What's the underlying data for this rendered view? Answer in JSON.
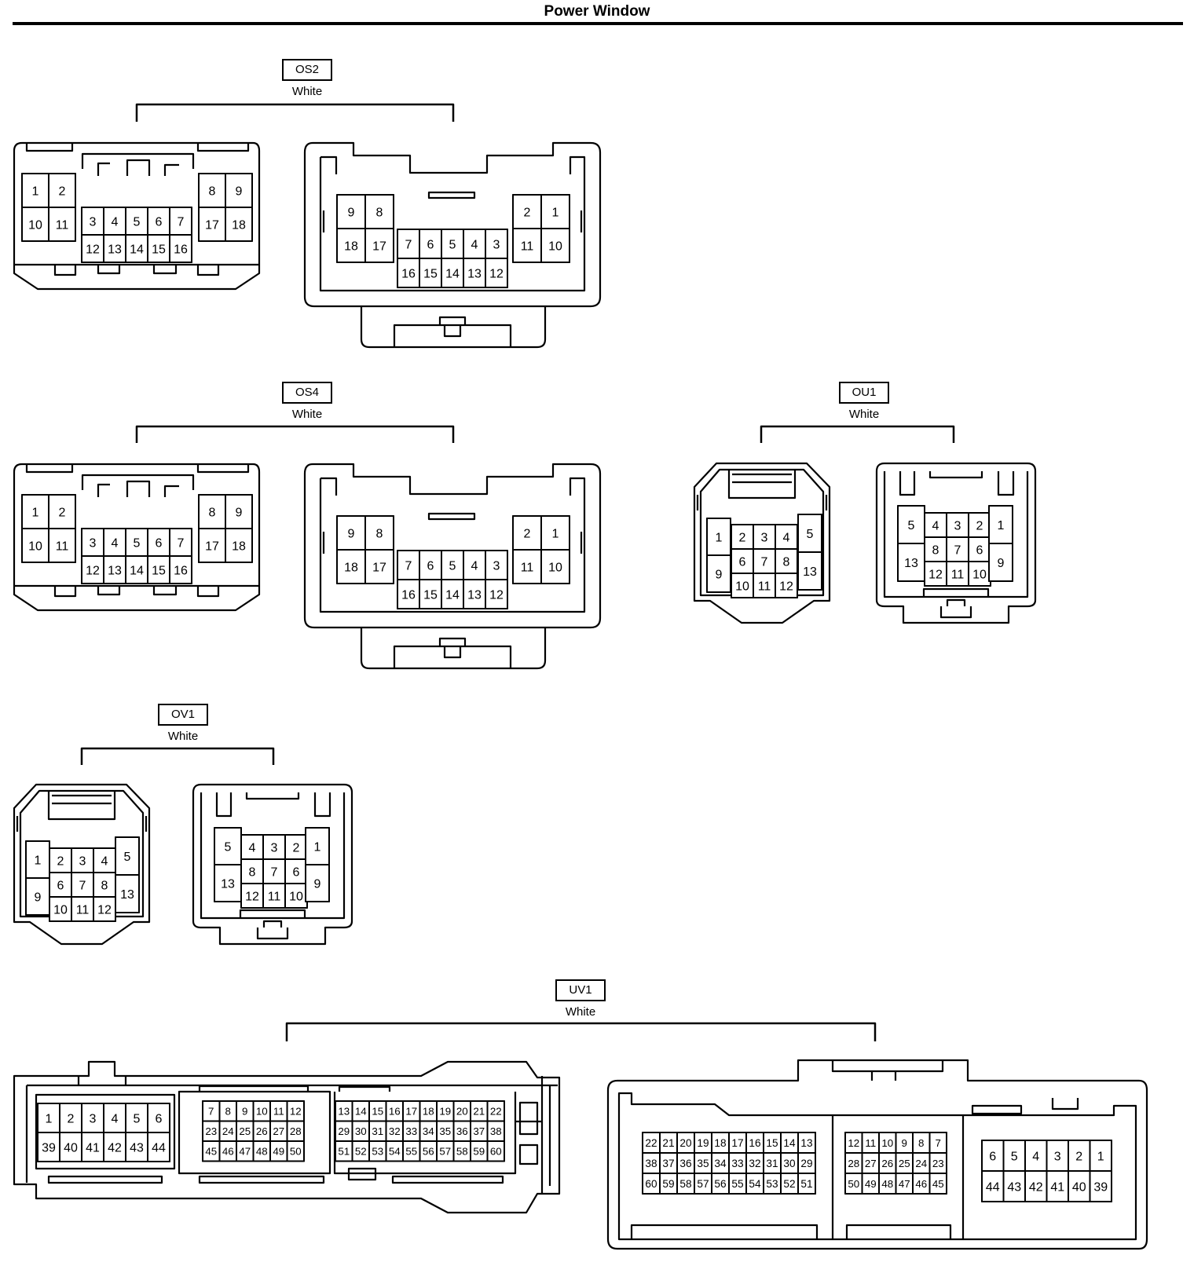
{
  "title": "Power Window",
  "connectors": [
    {
      "id": "os2",
      "code": "OS2",
      "color": "White",
      "views": [
        {
          "type": "tab18-male",
          "blocks": [
            {
              "rows": [
                [
                  "1",
                  "2"
                ],
                [
                  "10",
                  "11"
                ]
              ]
            },
            {
              "rows": [
                [
                  "3",
                  "4",
                  "5",
                  "6",
                  "7"
                ],
                [
                  "12",
                  "13",
                  "14",
                  "15",
                  "16"
                ]
              ]
            },
            {
              "rows": [
                [
                  "8",
                  "9"
                ],
                [
                  "17",
                  "18"
                ]
              ]
            }
          ]
        },
        {
          "type": "tab18-female",
          "blocks": [
            {
              "rows": [
                [
                  "9",
                  "8"
                ],
                [
                  "18",
                  "17"
                ]
              ]
            },
            {
              "rows": [
                [
                  "7",
                  "6",
                  "5",
                  "4",
                  "3"
                ],
                [
                  "16",
                  "15",
                  "14",
                  "13",
                  "12"
                ]
              ]
            },
            {
              "rows": [
                [
                  "2",
                  "1"
                ],
                [
                  "11",
                  "10"
                ]
              ]
            }
          ]
        }
      ]
    },
    {
      "id": "os4",
      "code": "OS4",
      "color": "White",
      "views": [
        {
          "type": "tab18-male",
          "blocks": [
            {
              "rows": [
                [
                  "1",
                  "2"
                ],
                [
                  "10",
                  "11"
                ]
              ]
            },
            {
              "rows": [
                [
                  "3",
                  "4",
                  "5",
                  "6",
                  "7"
                ],
                [
                  "12",
                  "13",
                  "14",
                  "15",
                  "16"
                ]
              ]
            },
            {
              "rows": [
                [
                  "8",
                  "9"
                ],
                [
                  "17",
                  "18"
                ]
              ]
            }
          ]
        },
        {
          "type": "tab18-female",
          "blocks": [
            {
              "rows": [
                [
                  "9",
                  "8"
                ],
                [
                  "18",
                  "17"
                ]
              ]
            },
            {
              "rows": [
                [
                  "7",
                  "6",
                  "5",
                  "4",
                  "3"
                ],
                [
                  "16",
                  "15",
                  "14",
                  "13",
                  "12"
                ]
              ]
            },
            {
              "rows": [
                [
                  "2",
                  "1"
                ],
                [
                  "11",
                  "10"
                ]
              ]
            }
          ]
        }
      ]
    },
    {
      "id": "ou1",
      "code": "OU1",
      "color": "White",
      "views": [
        {
          "type": "sq13-male",
          "blocks": [
            {
              "rows": [
                [
                  "1"
                ],
                [
                  "9"
                ]
              ]
            },
            {
              "rows": [
                [
                  "2",
                  "3",
                  "4"
                ],
                [
                  "6",
                  "7",
                  "8"
                ],
                [
                  "10",
                  "11",
                  "12"
                ]
              ]
            },
            {
              "rows": [
                [
                  "5"
                ],
                [
                  "13"
                ]
              ]
            }
          ]
        },
        {
          "type": "sq13-female",
          "blocks": [
            {
              "rows": [
                [
                  "5"
                ],
                [
                  "13"
                ]
              ]
            },
            {
              "rows": [
                [
                  "4",
                  "3",
                  "2"
                ],
                [
                  "8",
                  "7",
                  "6"
                ],
                [
                  "12",
                  "11",
                  "10"
                ]
              ]
            },
            {
              "rows": [
                [
                  "1"
                ],
                [
                  "9"
                ]
              ]
            }
          ]
        }
      ]
    },
    {
      "id": "ov1",
      "code": "OV1",
      "color": "White",
      "views": [
        {
          "type": "sq13-male",
          "blocks": [
            {
              "rows": [
                [
                  "1"
                ],
                [
                  "9"
                ]
              ]
            },
            {
              "rows": [
                [
                  "2",
                  "3",
                  "4"
                ],
                [
                  "6",
                  "7",
                  "8"
                ],
                [
                  "10",
                  "11",
                  "12"
                ]
              ]
            },
            {
              "rows": [
                [
                  "5"
                ],
                [
                  "13"
                ]
              ]
            }
          ]
        },
        {
          "type": "sq13-female",
          "blocks": [
            {
              "rows": [
                [
                  "5"
                ],
                [
                  "13"
                ]
              ]
            },
            {
              "rows": [
                [
                  "4",
                  "3",
                  "2"
                ],
                [
                  "8",
                  "7",
                  "6"
                ],
                [
                  "12",
                  "11",
                  "10"
                ]
              ]
            },
            {
              "rows": [
                [
                  "1"
                ],
                [
                  "9"
                ]
              ]
            }
          ]
        }
      ]
    },
    {
      "id": "uv1",
      "code": "UV1",
      "color": "White",
      "views": [
        {
          "type": "ecu60-male",
          "blocks": [
            {
              "rows": [
                [
                  "1",
                  "2",
                  "3",
                  "4",
                  "5",
                  "6"
                ],
                [
                  "39",
                  "40",
                  "41",
                  "42",
                  "43",
                  "44"
                ]
              ]
            },
            {
              "rows": [
                [
                  "7",
                  "8",
                  "9",
                  "10",
                  "11",
                  "12"
                ],
                [
                  "23",
                  "24",
                  "25",
                  "26",
                  "27",
                  "28"
                ],
                [
                  "45",
                  "46",
                  "47",
                  "48",
                  "49",
                  "50"
                ]
              ]
            },
            {
              "rows": [
                [
                  "13",
                  "14",
                  "15",
                  "16",
                  "17",
                  "18",
                  "19",
                  "20",
                  "21",
                  "22"
                ],
                [
                  "29",
                  "30",
                  "31",
                  "32",
                  "33",
                  "34",
                  "35",
                  "36",
                  "37",
                  "38"
                ],
                [
                  "51",
                  "52",
                  "53",
                  "54",
                  "55",
                  "56",
                  "57",
                  "58",
                  "59",
                  "60"
                ]
              ]
            }
          ]
        },
        {
          "type": "ecu60-female",
          "blocks": [
            {
              "rows": [
                [
                  "22",
                  "21",
                  "20",
                  "19",
                  "18",
                  "17",
                  "16",
                  "15",
                  "14",
                  "13"
                ],
                [
                  "38",
                  "37",
                  "36",
                  "35",
                  "34",
                  "33",
                  "32",
                  "31",
                  "30",
                  "29"
                ],
                [
                  "60",
                  "59",
                  "58",
                  "57",
                  "56",
                  "55",
                  "54",
                  "53",
                  "52",
                  "51"
                ]
              ]
            },
            {
              "rows": [
                [
                  "12",
                  "11",
                  "10",
                  "9",
                  "8",
                  "7"
                ],
                [
                  "28",
                  "27",
                  "26",
                  "25",
                  "24",
                  "23"
                ],
                [
                  "50",
                  "49",
                  "48",
                  "47",
                  "46",
                  "45"
                ]
              ]
            },
            {
              "rows": [
                [
                  "6",
                  "5",
                  "4",
                  "3",
                  "2",
                  "1"
                ],
                [
                  "44",
                  "43",
                  "42",
                  "41",
                  "40",
                  "39"
                ]
              ]
            }
          ]
        }
      ]
    }
  ]
}
